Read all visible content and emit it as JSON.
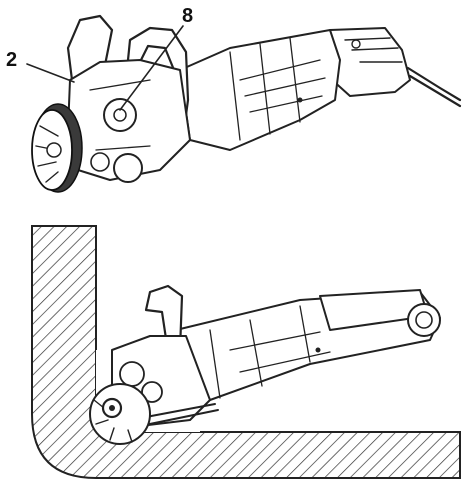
{
  "figure": {
    "callouts": [
      {
        "id": "2",
        "text": "2"
      },
      {
        "id": "8",
        "text": "8"
      }
    ],
    "colors": {
      "line": "#222222",
      "blade_dark": "#3a3a3a",
      "background": "#ffffff"
    }
  }
}
